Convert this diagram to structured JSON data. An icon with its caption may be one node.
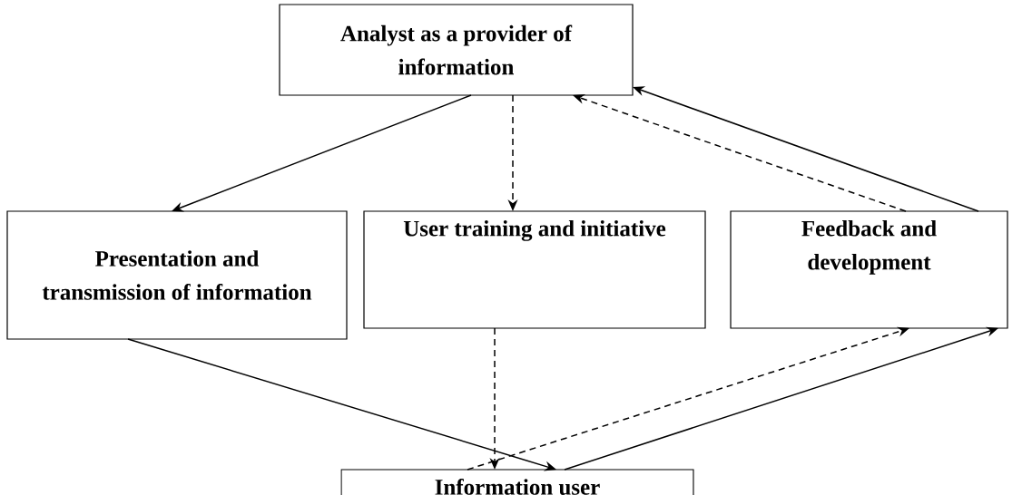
{
  "diagram": {
    "nodes": [
      {
        "text": [
          "Analyst as a provider of information"
        ]
      },
      {
        "text": [
          "Presentation and transmission of information"
        ]
      },
      {
        "text": [
          "User training and initiative"
        ]
      },
      {
        "text": [
          "Feedback and development"
        ]
      },
      {
        "text": [
          "Information user"
        ]
      }
    ],
    "edges": [
      {
        "from": 0,
        "to": 1,
        "arrow": "to"
      },
      {
        "from": 0,
        "to": 2,
        "arrow": "to",
        "style": "dashed"
      },
      {
        "from": 3,
        "to": 0,
        "arrow": "to",
        "style": "dashed"
      },
      {
        "from": 3,
        "to": 0,
        "arrow": "to"
      },
      {
        "from": 1,
        "to": 4,
        "arrow": "to"
      },
      {
        "from": 2,
        "to": 4,
        "arrow": "to",
        "style": "dashed"
      },
      {
        "from": 4,
        "to": 3,
        "arrow": "to",
        "style": "dashed"
      },
      {
        "from": 4,
        "to": 3,
        "arrow": "to"
      }
    ]
  }
}
